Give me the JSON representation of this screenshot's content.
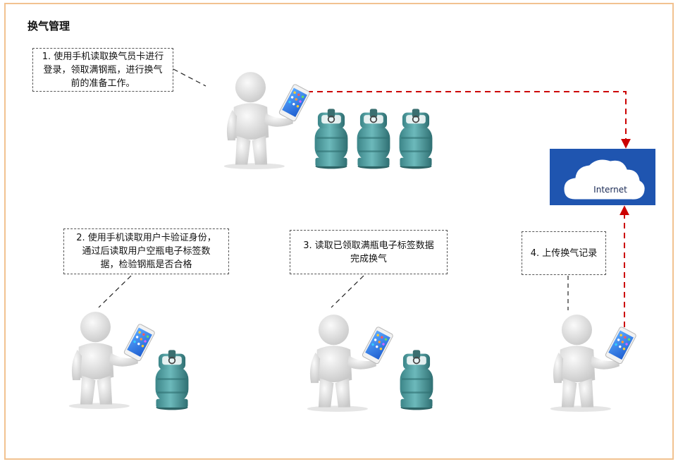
{
  "title": "换气管理",
  "notes": {
    "step1": [
      "1. 使用手机读取换气员卡进行",
      "登录，领取满钢瓶，进行换气",
      "前的准备工作。"
    ],
    "step2": [
      "2. 使用手机读取用户卡验证身份，",
      "通过后读取用户空瓶电子标签数",
      "据，检验钢瓶是否合格"
    ],
    "step3": [
      "3. 读取已领取满瓶电子标签数据",
      "完成换气"
    ],
    "step4": [
      "4. 上传换气记录"
    ]
  },
  "cloud": {
    "label": "Internet"
  },
  "colors": {
    "frame": "#f2c290",
    "cloud_box": "#1f55b0",
    "arrow": "#cc0000",
    "cylinder": "#4a9a9c",
    "figure": "#e4e4e4",
    "phone": "#2d7ff0"
  },
  "icons": [
    "person-with-phone-icon",
    "gas-cylinder-icon",
    "cloud-icon"
  ]
}
